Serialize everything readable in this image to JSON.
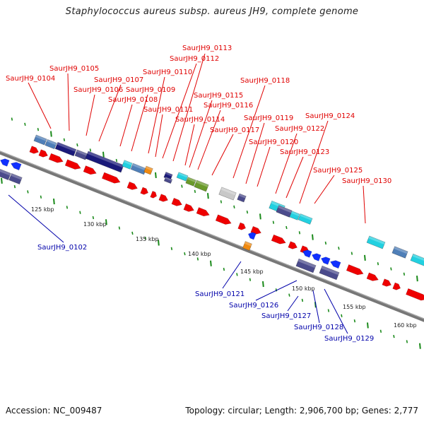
{
  "title": "Staphylococcus aureus subsp. aureus JH9, complete genome",
  "footer": {
    "accession": "Accession: NC_009487",
    "stats": "Topology: circular; Length: 2,906,700 bp; Genes: 2,777"
  },
  "colors": {
    "backbone": "#888888",
    "cds": "#ee0000",
    "navy": "#1a1a7a",
    "steel": "#4f7fb8",
    "slate": "#4b4b8c",
    "cyan": "#22d0e0",
    "olive": "#6a9a2a",
    "orange": "#f08a10",
    "grey": "#c8c8c8",
    "blue": "#1030ff",
    "tick": "#1a8a1a",
    "red_label": "#e00000",
    "blue_label": "#0000aa"
  },
  "scale_labels": [
    "125 kbp",
    "130 kbp",
    "135 kbp",
    "140 kbp",
    "145 kbp",
    "150 kbp",
    "155 kbp",
    "160 kbp"
  ],
  "labels_top": [
    "SaurJH9_0104",
    "SaurJH9_0105",
    "SaurJH9_0106",
    "SaurJH9_0107",
    "SaurJH9_0108",
    "SaurJH9_0109",
    "SaurJH9_0110",
    "SaurJH9_0111",
    "SaurJH9_0112",
    "SaurJH9_0113",
    "SaurJH9_0114",
    "SaurJH9_0115",
    "SaurJH9_0116",
    "SaurJH9_0117",
    "SaurJH9_0118",
    "SaurJH9_0119",
    "SaurJH9_0120",
    "SaurJH9_0122",
    "SaurJH9_0123",
    "SaurJH9_0124",
    "SaurJH9_0125",
    "SaurJH9_0130"
  ],
  "labels_bottom": [
    "SaurJH9_0102",
    "SaurJH9_0121",
    "SaurJH9_0126",
    "SaurJH9_0127",
    "SaurJH9_0128",
    "SaurJH9_0129"
  ]
}
